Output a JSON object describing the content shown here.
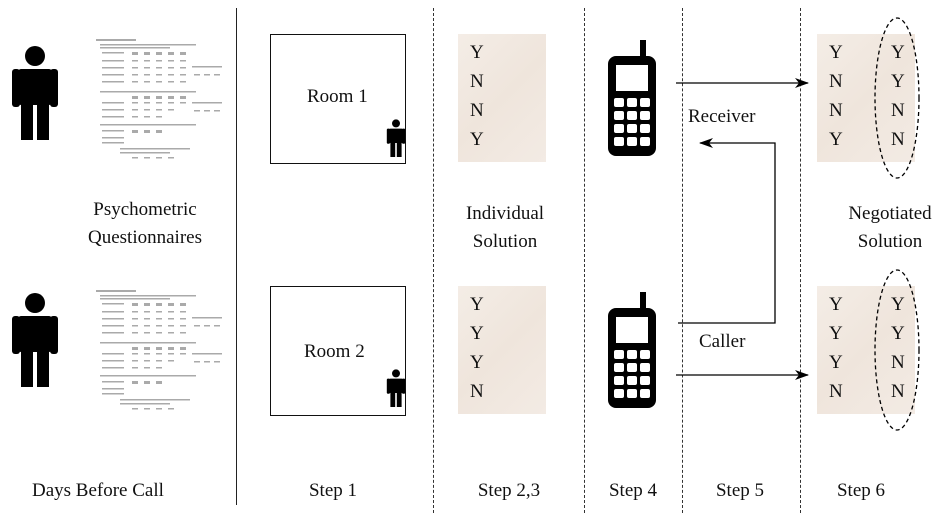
{
  "left": {
    "questionnaires_label": [
      "Psychometric",
      "Questionnaires"
    ],
    "days_label": "Days Before Call"
  },
  "rooms": [
    {
      "label": "Room 1"
    },
    {
      "label": "Room 2"
    }
  ],
  "individual_solutions": {
    "label": [
      "Individual",
      "Solution"
    ],
    "top": [
      "Y",
      "N",
      "N",
      "Y"
    ],
    "bottom": [
      "Y",
      "Y",
      "Y",
      "N"
    ]
  },
  "negotiated_solutions": {
    "label": [
      "Negotiated",
      "Solution"
    ],
    "top": {
      "own": [
        "Y",
        "N",
        "N",
        "Y"
      ],
      "negotiated": [
        "Y",
        "Y",
        "N",
        "N"
      ]
    },
    "bottom": {
      "own": [
        "Y",
        "Y",
        "Y",
        "N"
      ],
      "negotiated": [
        "Y",
        "Y",
        "N",
        "N"
      ]
    }
  },
  "phone_roles": {
    "receiver": "Receiver",
    "caller": "Caller"
  },
  "steps": [
    "Step 1",
    "Step 2,3",
    "Step 4",
    "Step 5",
    "Step 6"
  ]
}
